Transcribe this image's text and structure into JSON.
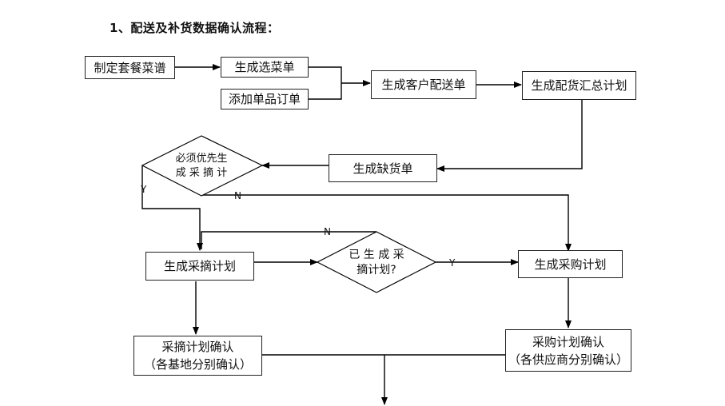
{
  "title": "1、配送及补货数据确认流程：",
  "nodes": {
    "menu": "制定套餐菜谱",
    "gen_menu": "生成选菜单",
    "add_order": "添加单品订单",
    "customer_delivery": "生成客户配送单",
    "delivery_summary": "生成配货汇总计划",
    "shortage": "生成缺货单",
    "decision_pick_line1": "必须优先生",
    "decision_pick_line2": "成 采 摘 计",
    "pick_plan": "生成采摘计划",
    "decision_done_line1": "已 生 成 采",
    "decision_done_line2": "摘计划?",
    "purchase_plan": "生成采购计划",
    "pick_confirm_line1": "采摘计划确认",
    "pick_confirm_line2": "（各基地分别确认）",
    "purchase_confirm_line1": "采购计划确认",
    "purchase_confirm_line2": "（各供应商分别确认）"
  },
  "labels": {
    "y1": "Y",
    "n1": "N",
    "n2": "N",
    "y2": "Y"
  }
}
